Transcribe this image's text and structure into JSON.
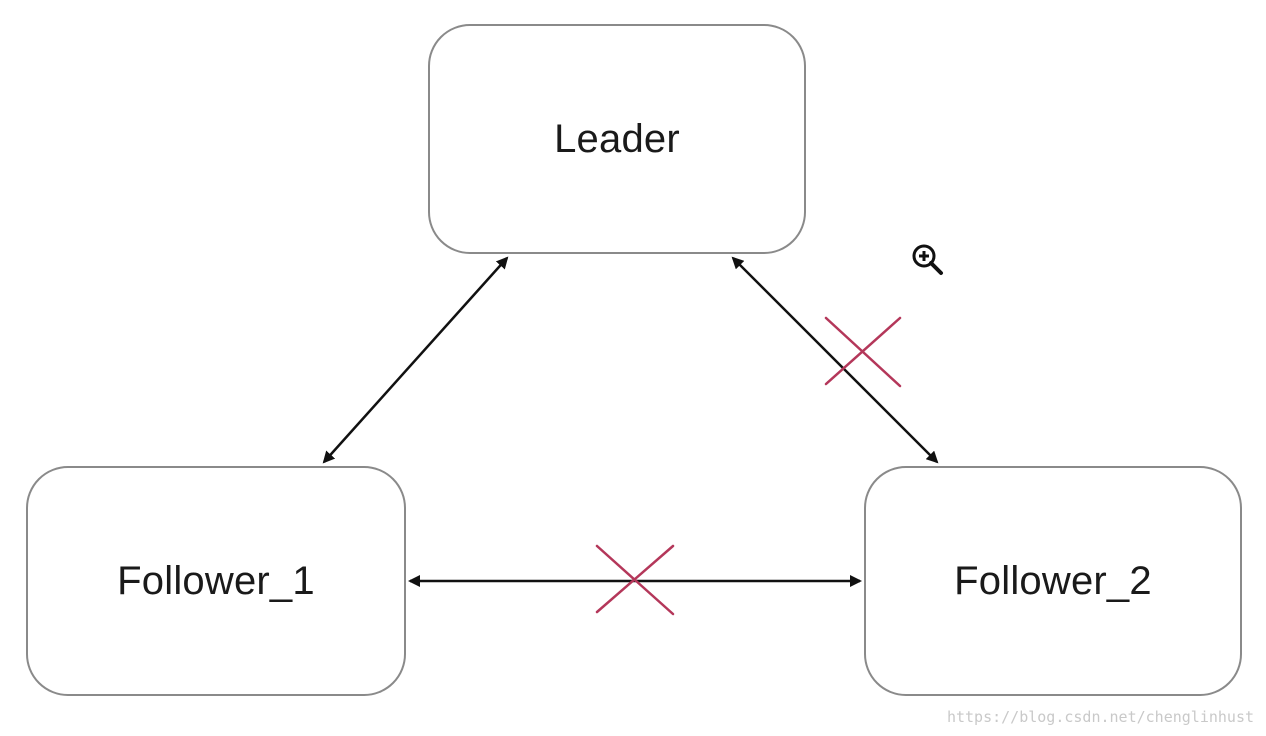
{
  "nodes": {
    "leader": "Leader",
    "follower_1": "Follower_1",
    "follower_2": "Follower_2"
  },
  "edges": [
    {
      "from": "Leader",
      "to": "Follower_1",
      "bidirectional": true,
      "broken": false
    },
    {
      "from": "Leader",
      "to": "Follower_2",
      "bidirectional": true,
      "broken": true
    },
    {
      "from": "Follower_1",
      "to": "Follower_2",
      "bidirectional": true,
      "broken": true
    }
  ],
  "colors": {
    "arrow": "#111111",
    "cross": "#b4375a",
    "border": "#8a8a8a"
  },
  "icons": {
    "zoom": "zoom-in-icon"
  },
  "watermark": "https://blog.csdn.net/chenglinhust"
}
